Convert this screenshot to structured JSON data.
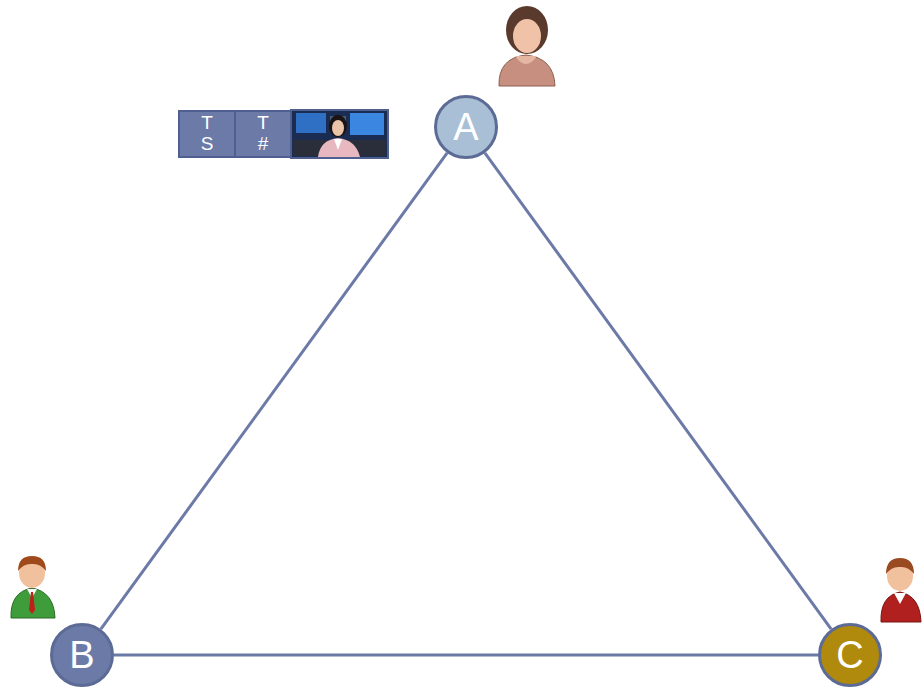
{
  "diagram": {
    "nodes": [
      {
        "text": [
          "A"
        ]
      },
      {
        "text": [
          "T S"
        ]
      },
      {
        "text": [
          "T #"
        ]
      },
      {
        "text": [
          "B"
        ]
      },
      {
        "text": [
          "C"
        ]
      }
    ],
    "edges": [
      {
        "from": 0,
        "to": 3,
        "arrow": "none"
      },
      {
        "from": 0,
        "to": 4,
        "arrow": "none"
      },
      {
        "from": 3,
        "to": 4,
        "arrow": "none"
      }
    ]
  }
}
